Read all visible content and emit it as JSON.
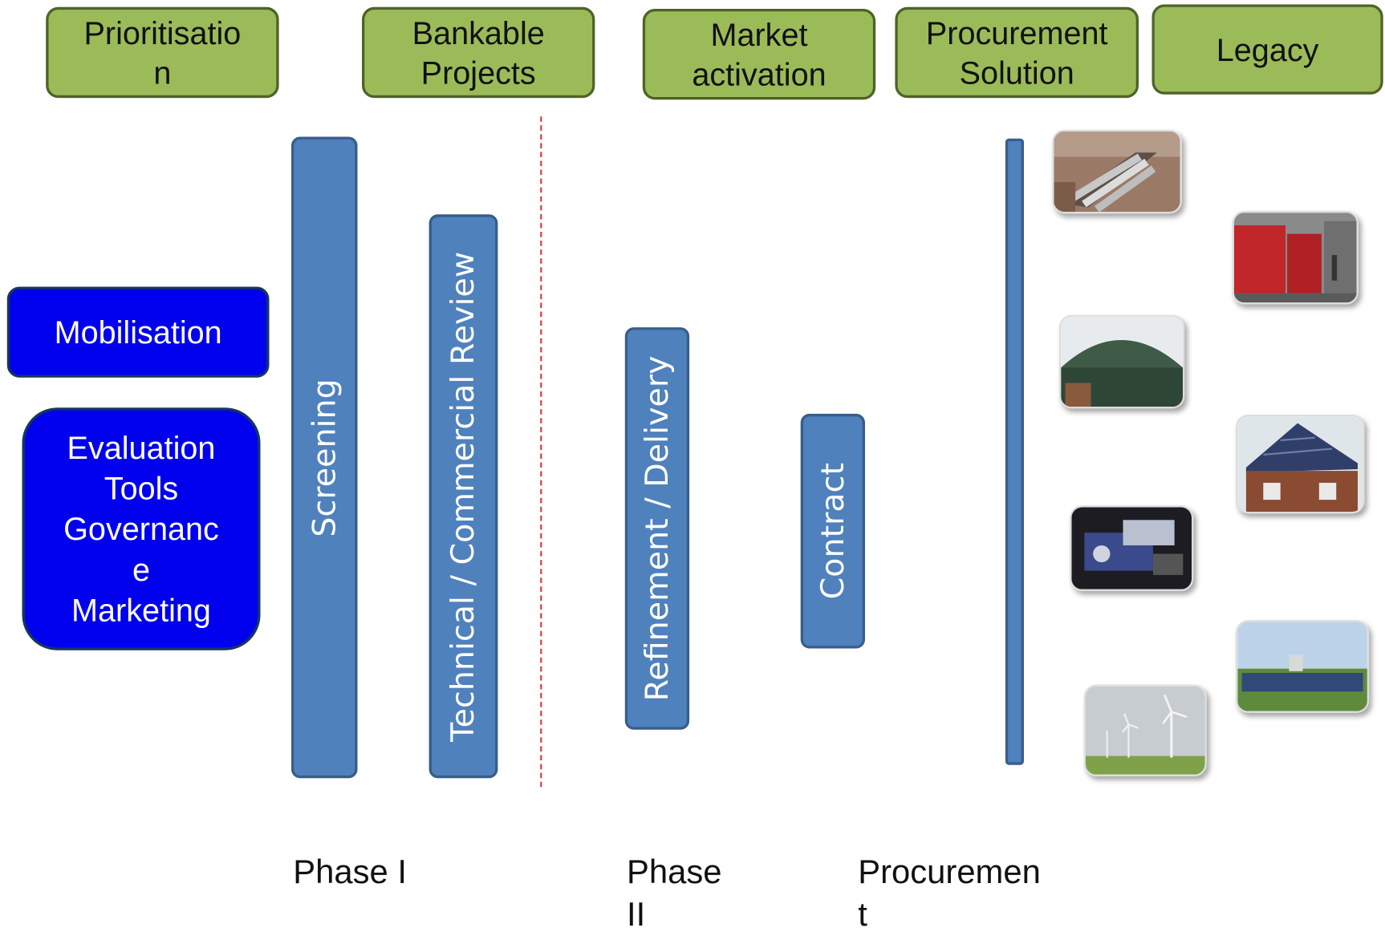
{
  "header_boxes": {
    "prioritisation": "Prioritisatio\nn",
    "bankable": "Bankable\nProjects",
    "market": "Market\nactivation",
    "procurement": "Procurement\nSolution",
    "legacy": "Legacy"
  },
  "left_boxes": {
    "mobilisation": "Mobilisation",
    "evaluation": "Evaluation\nTools\nGovernanc\ne\nMarketing"
  },
  "bars": {
    "screening": "Screening",
    "technical": "Technical / Commercial Review",
    "refinement": "Refinement / Delivery",
    "contract": "Contract"
  },
  "phases": {
    "phase1": "Phase I",
    "phase2": "Phase\nII",
    "procurement": "Procuremen\nt"
  },
  "photos": [
    "pipes-photo",
    "boiler-photo",
    "digester-photo",
    "solar-roof-photo",
    "engine-photo",
    "solar-field-photo",
    "wind-photo"
  ],
  "colors": {
    "green_box": "#9bbb59",
    "blue_box": "#0000ee",
    "bar": "#4f81bd",
    "divider": "#d04040"
  }
}
